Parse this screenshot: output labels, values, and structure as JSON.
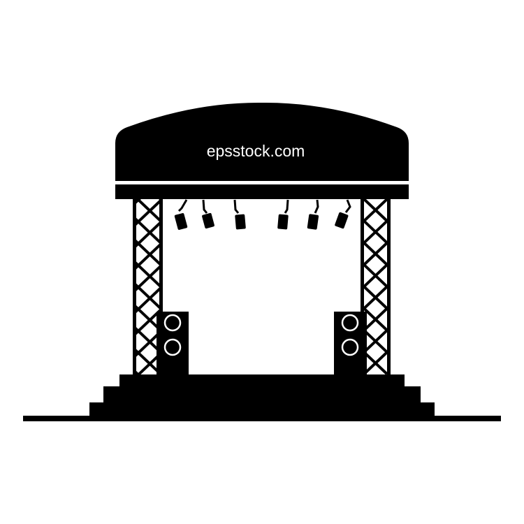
{
  "illustration": {
    "subject": "concert stage icon",
    "colors": {
      "foreground": "#000000",
      "background": "#ffffff"
    },
    "banner": {
      "text": "epsstock.com"
    },
    "lights": {
      "count": 6
    },
    "speakers": {
      "count": 2,
      "cones_each": 2
    },
    "trusses": {
      "count": 2
    },
    "steps": {
      "levels": 3
    }
  }
}
